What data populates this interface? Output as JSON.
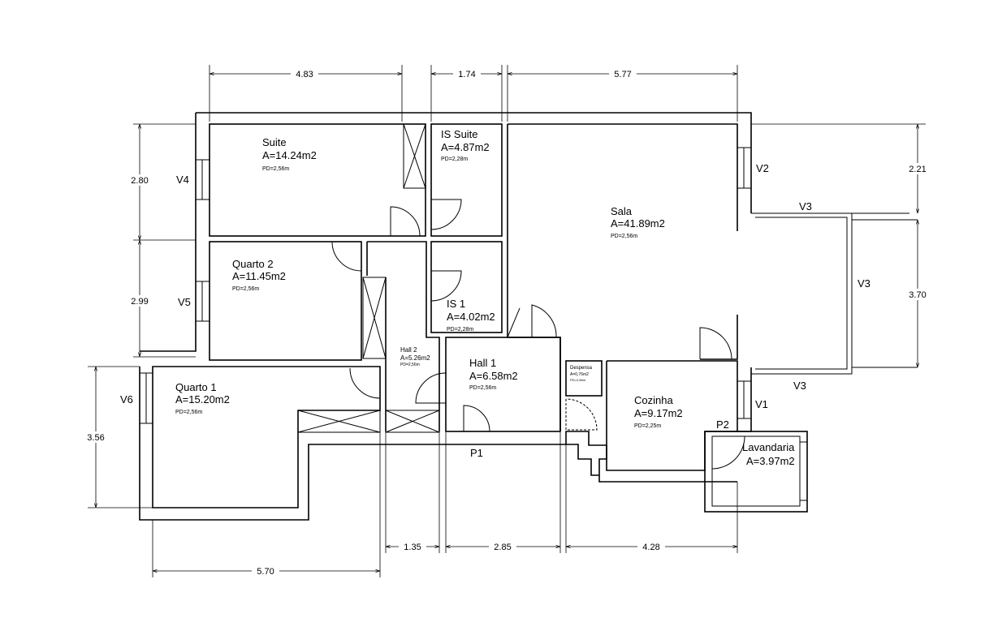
{
  "rooms": {
    "suite": {
      "name": "Suite",
      "area": "A=14.24m2",
      "pd": "PD=2,56m"
    },
    "is_suite": {
      "name": "IS Suite",
      "area": "A=4.87m2",
      "pd": "PD=2,28m"
    },
    "sala": {
      "name": "Sala",
      "area": "A=41.89m2",
      "pd": "PD=2,56m"
    },
    "quarto2": {
      "name": "Quarto 2",
      "area": "A=11.45m2",
      "pd": "PD=2,56m"
    },
    "is1": {
      "name": "IS 1",
      "area": "A=4.02m2",
      "pd": "PD=2,28m"
    },
    "hall2": {
      "name": "Hall 2",
      "area": "A=5.26m2",
      "pd": "PD=2,56m"
    },
    "hall1": {
      "name": "Hall 1",
      "area": "A=6.58m2",
      "pd": "PD=2,56m"
    },
    "despensa": {
      "name": "Despensa",
      "area": "A=0,76m2",
      "pd": "PD=2,56m"
    },
    "cozinha": {
      "name": "Cozinha",
      "area": "A=9.17m2",
      "pd": "PD=2,25m"
    },
    "quarto1": {
      "name": "Quarto 1",
      "area": "A=15.20m2",
      "pd": "PD=2,56m"
    },
    "lavandaria": {
      "name": "Lavandaria",
      "area": "A=3.97m2"
    }
  },
  "openings": {
    "v1": "V1",
    "v2": "V2",
    "v3_top": "V3",
    "v3_right": "V3",
    "v3_bottom": "V3",
    "v4": "V4",
    "v5": "V5",
    "v6": "V6",
    "p1": "P1",
    "p2": "P2"
  },
  "dimensions": {
    "top_suite": "4.83",
    "top_is_suite": "1.74",
    "top_sala": "5.77",
    "left_suite": "2.80",
    "left_quarto2": "2.99",
    "left_quarto1": "3.56",
    "right_top": "2.21",
    "right_balcony": "3.70",
    "bottom_quarto1": "5.70",
    "bottom_hall2": "1.35",
    "bottom_hall1": "2.85",
    "bottom_cozinha": "4.28"
  }
}
